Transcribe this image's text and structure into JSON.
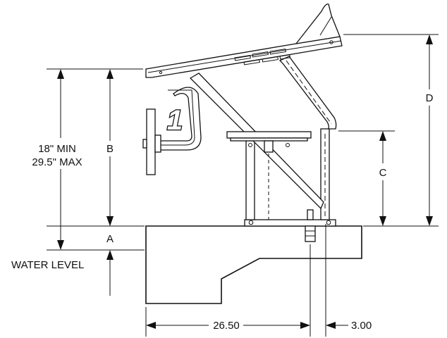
{
  "dimensions": {
    "height_label_min": "18\" MIN",
    "height_label_max": "29.5\" MAX",
    "label_a": "A",
    "label_b": "B",
    "label_c": "C",
    "label_d": "D",
    "water_level": "WATER LEVEL",
    "width_setback": "26.50",
    "width_anchor": "3.00"
  },
  "lane_number": "1",
  "colors": {
    "line": "#111111",
    "background": "#ffffff"
  }
}
